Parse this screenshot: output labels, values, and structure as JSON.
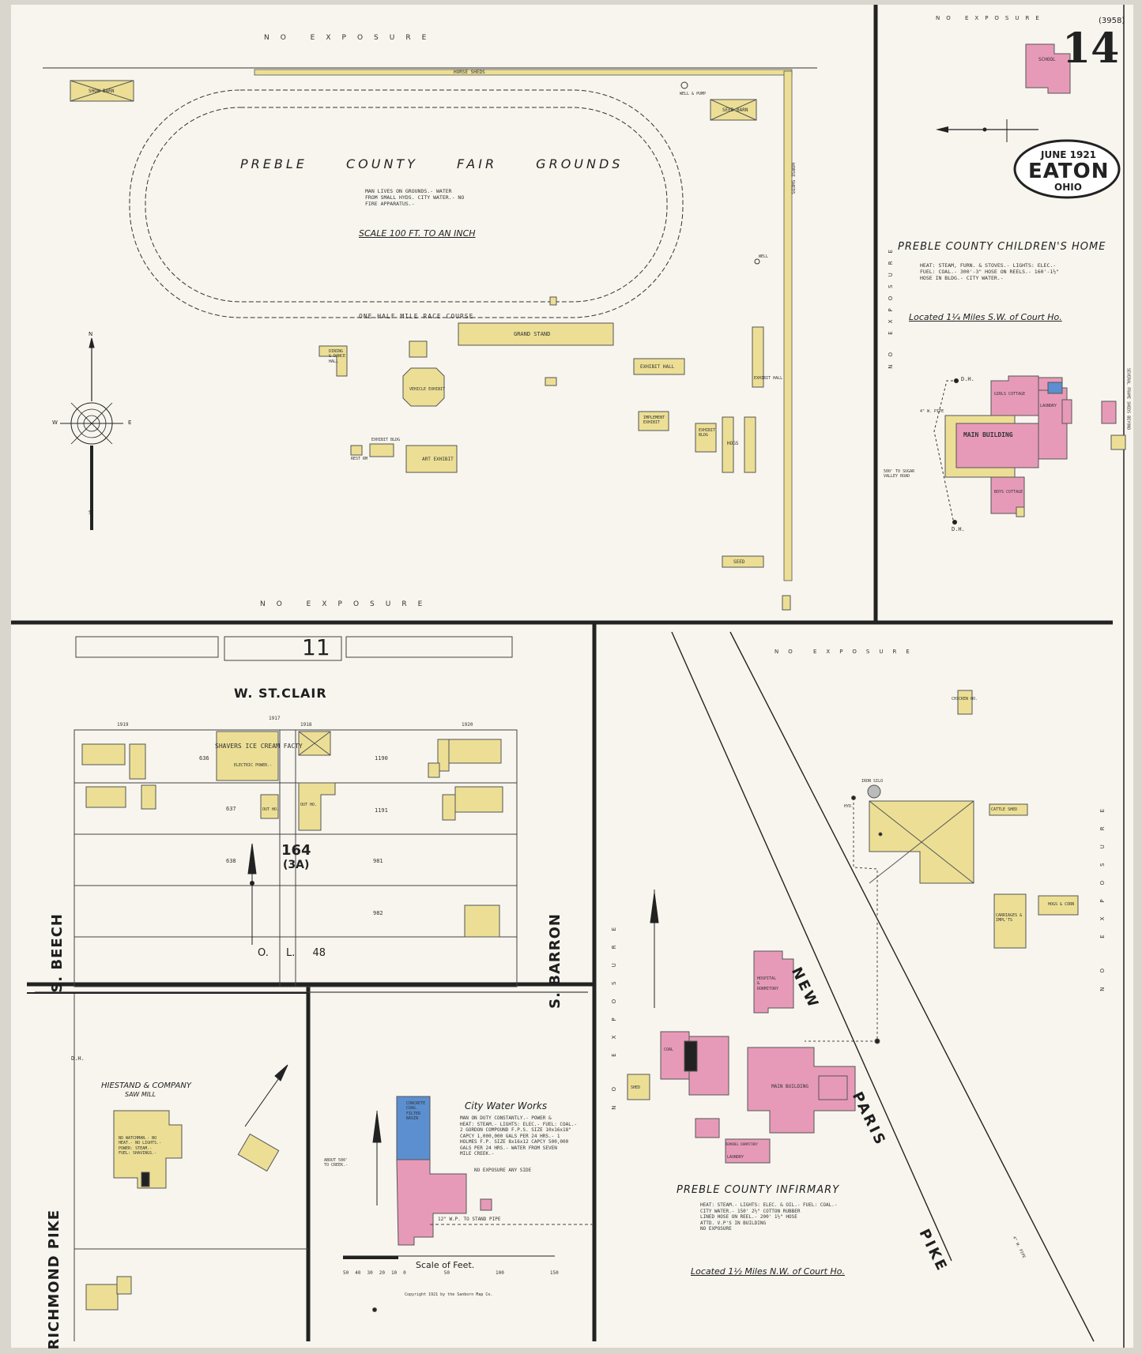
{
  "sheet": {
    "number": "14",
    "extra_sheet_ref": "(3958)",
    "date": "JUNE 1921",
    "city": "EATON",
    "state": "OHIO"
  },
  "sections": {
    "fair_grounds": {
      "title": "PREBLE COUNTY FAIR GROUNDS",
      "notes": "MAN LIVES ON GROUNDS.- WATER\nFROM SMALL HYDS. CITY WATER.- NO\nFIRE APPARATUS.-",
      "scale_note": "SCALE 100 FT. TO AN INCH",
      "race_course": "ONE HALF MILE RACE COURSE",
      "exposure_top": "NO EXPOSURE",
      "exposure_bottom": "NO EXPOSURE",
      "buildings": [
        "SHOW BARN",
        "HORSE SHEDS",
        "SEED BARN",
        "WELL & PUMP",
        "GRAND STAND",
        "DINING & DANCE HALL",
        "EXHIBIT HALL",
        "EXHIBIT HALL",
        "IMPLEMENT EXHIBIT",
        "EXHIBIT BLDG",
        "HOGS",
        "EXHIBIT BLDG",
        "ART EXHIBIT",
        "REST RM",
        "SEED",
        "WELL",
        "VEHICLE EXHIBIT",
        "HORSE SHEDS"
      ]
    },
    "childrens_home": {
      "title": "PREBLE COUNTY CHILDREN'S HOME",
      "notes": "HEAT: STEAM, FURN. & STOVES.- LIGHTS: ELEC.-\nFUEL: COAL.- 300'-3\" HOSE ON REELS.- 160'-1½\"\nHOSE IN BLDG.- CITY WATER.-",
      "location": "Located 1¼ Miles S.W. of Court Ho.",
      "exposure": "NO EXPOSURE",
      "labels": [
        "SCHOOL",
        "MAIN BUILDING",
        "LAUNDRY",
        "GIRLS COTTAGE",
        "BOYS COTTAGE",
        "D.H.",
        "D.H.",
        "SEVERAL FRAME SHEDS BEYOND",
        "500' TO SUGAR VALLEY ROAD",
        "4\" W. PIPE"
      ]
    },
    "city_block": {
      "sheet_ref": "11",
      "block_number": "164",
      "block_sub": "(3A)",
      "outlot": "O. L. 48",
      "streets": [
        "W. ST.CLAIR",
        "S. BEECH",
        "S. BARRON",
        "RICHMOND PIKE"
      ],
      "lots": [
        "1190",
        "1191",
        "981",
        "982",
        "636",
        "637",
        "638"
      ],
      "addresses": [
        "1917",
        "1918",
        "1919",
        "1920"
      ],
      "business": "SHAVERS ICE CREAM FACTY",
      "business_sub": "ELECTRIC POWER.-",
      "outhouse": "OUT HO."
    },
    "saw_mill": {
      "title": "HIESTAND & COMPANY",
      "subtitle": "SAW MILL",
      "notes": "NO WATCHMAN.- NO\nHEAT.- NO LIGHTS.-\nPOWER: STEAM.-\nFUEL: SHAVINGS.-",
      "d_h": "D.H."
    },
    "water_works": {
      "title": "City Water Works",
      "notes": "MAN ON DUTY CONSTANTLY.- POWER &\nHEAT: STEAM.- LIGHTS: ELEC.- FUEL: COAL.-\n2 GORDON COMPOUND F.P.S. SIZE 10x16x18\"\nCAPCY 1,000,000 GALS PER 24 HRS.- 1\nHOLMES F.P. SIZE 8x16x12 CAPCY 500,000\nGALS PER 24 HRS.- WATER FROM SEVEN\nMILE CREEK.-",
      "exposure": "NO EXPOSURE ANY SIDE",
      "creek_note": "ABOUT 500'\nTO CREEK.-",
      "pipe": "12\" W.P. TO STAND PIPE",
      "filter": "CONCRETE COAG. FILTER BASIN"
    },
    "infirmary": {
      "title": "PREBLE COUNTY INFIRMARY",
      "notes": "HEAT: STEAM.- LIGHTS: ELEC. & OIL.- FUEL: COAL.-\nCITY WATER.- 150' 2½\" COTTON RUBBER\nLINED HOSE ON REEL.- 200' 1½\" HOSE\nATTD. V.P'S IN BUILDING\nNO EXPOSURE",
      "location": "Located 1½ Miles N.W. of Court Ho.",
      "road": "NEW PARIS PIKE",
      "labels": [
        "MAIN BUILDING",
        "HOSPITAL & DORMITORY",
        "CHICKEN HO.",
        "CATTLE SHED",
        "CARRIAGES & IMPL'TS",
        "HOGS & CORN",
        "IRON SILO",
        "HYD.",
        "SHED",
        "COAL",
        "LAUNDRY",
        "REMODEL DORMITORY",
        "4\" W. PIPE"
      ],
      "exposure": "NO EXPOSURE"
    }
  },
  "scale_bar": {
    "title": "Scale of Feet.",
    "ticks": [
      "50",
      "40",
      "30",
      "20",
      "10",
      "0",
      "50",
      "100",
      "150"
    ],
    "copyright": "Copyright 1921 by the Sanborn Map Co."
  },
  "compass": {
    "letters": [
      "N",
      "E",
      "W",
      "S"
    ]
  },
  "colors": {
    "frame": "#d9ce9a",
    "brick": "#e79ab8",
    "stone": "#5b8fd0",
    "line": "#2a2a2a",
    "paper": "#f7f5ee"
  }
}
